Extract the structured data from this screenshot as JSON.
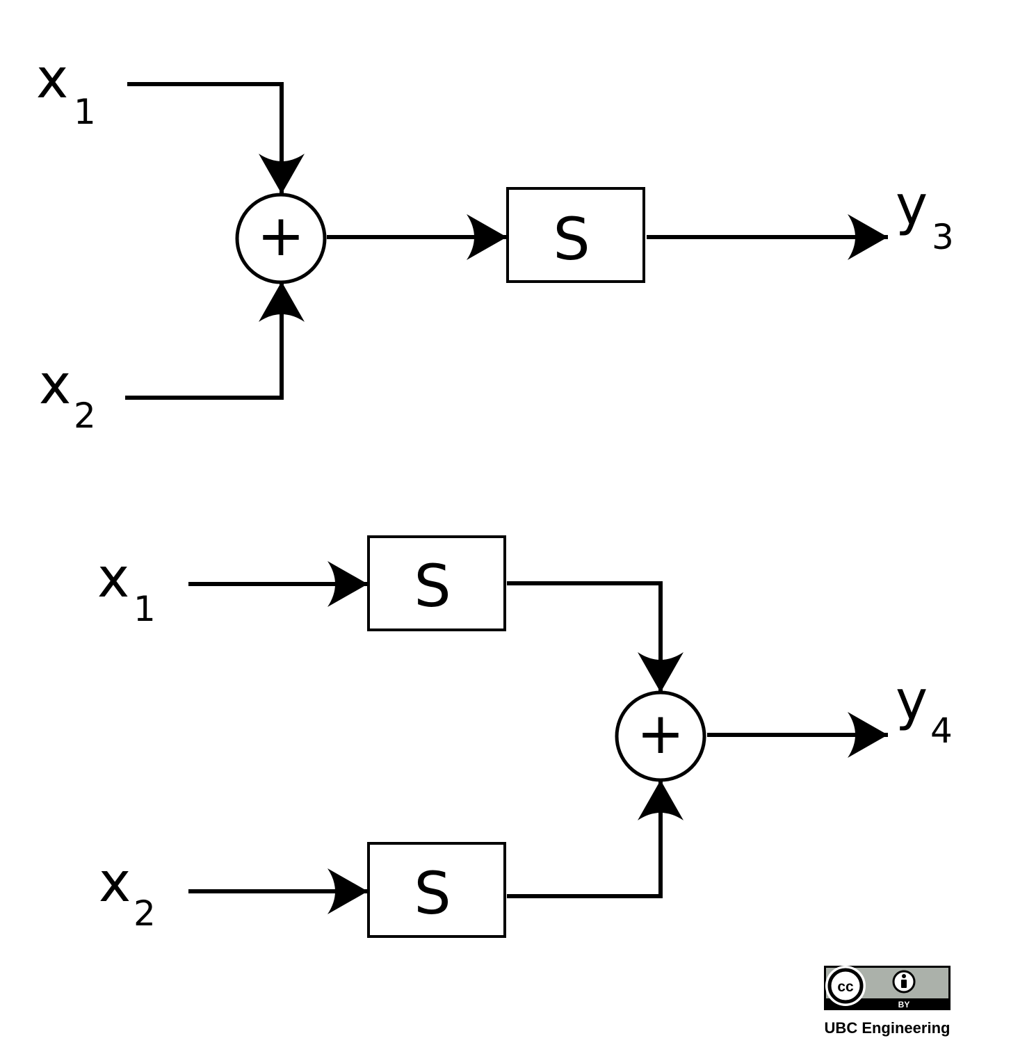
{
  "diagram_top": {
    "input1": {
      "symbol": "x",
      "subscript": "1"
    },
    "input2": {
      "symbol": "x",
      "subscript": "2"
    },
    "summer": {
      "symbol": "+"
    },
    "system": {
      "label": "S"
    },
    "output": {
      "symbol": "y",
      "subscript": "3"
    }
  },
  "diagram_bottom": {
    "input1": {
      "symbol": "x",
      "subscript": "1"
    },
    "input2": {
      "symbol": "x",
      "subscript": "2"
    },
    "system1": {
      "label": "S"
    },
    "system2": {
      "label": "S"
    },
    "summer": {
      "symbol": "+"
    },
    "output": {
      "symbol": "y",
      "subscript": "4"
    }
  },
  "license": {
    "cc_text": "cc",
    "by_text": "BY",
    "credit": "UBC Engineering"
  }
}
